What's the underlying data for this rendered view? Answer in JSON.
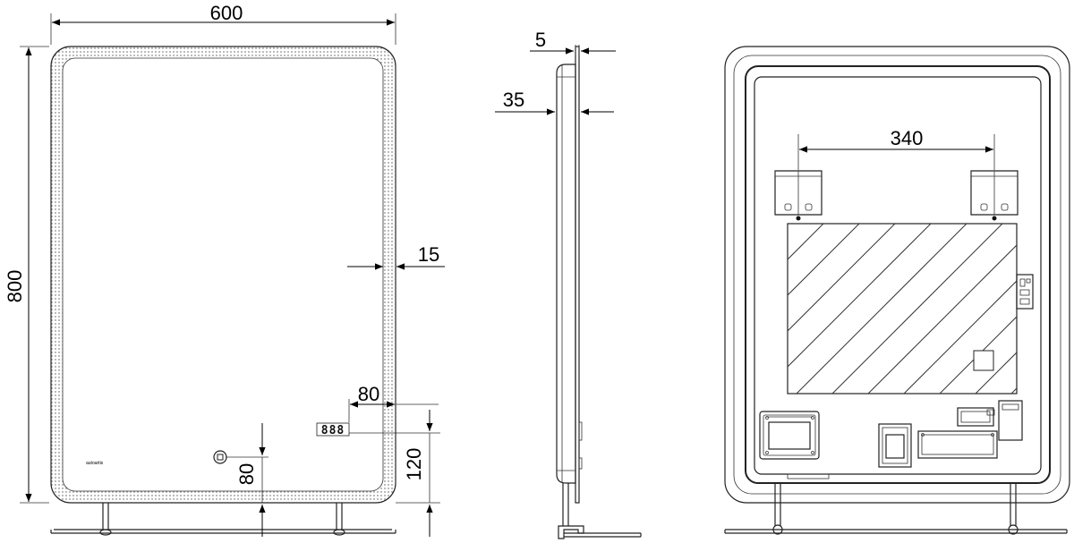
{
  "dimensions": {
    "width": "600",
    "height": "800",
    "led_strip": "15",
    "display_offset": "80",
    "display_height": "120",
    "sensor_height": "80",
    "glass_depth": "5",
    "total_depth": "35",
    "bracket_spacing": "340"
  },
  "display_readout": "888",
  "brand_mark": "autoartis",
  "colors": {
    "line": "#222222",
    "background": "#ffffff"
  }
}
